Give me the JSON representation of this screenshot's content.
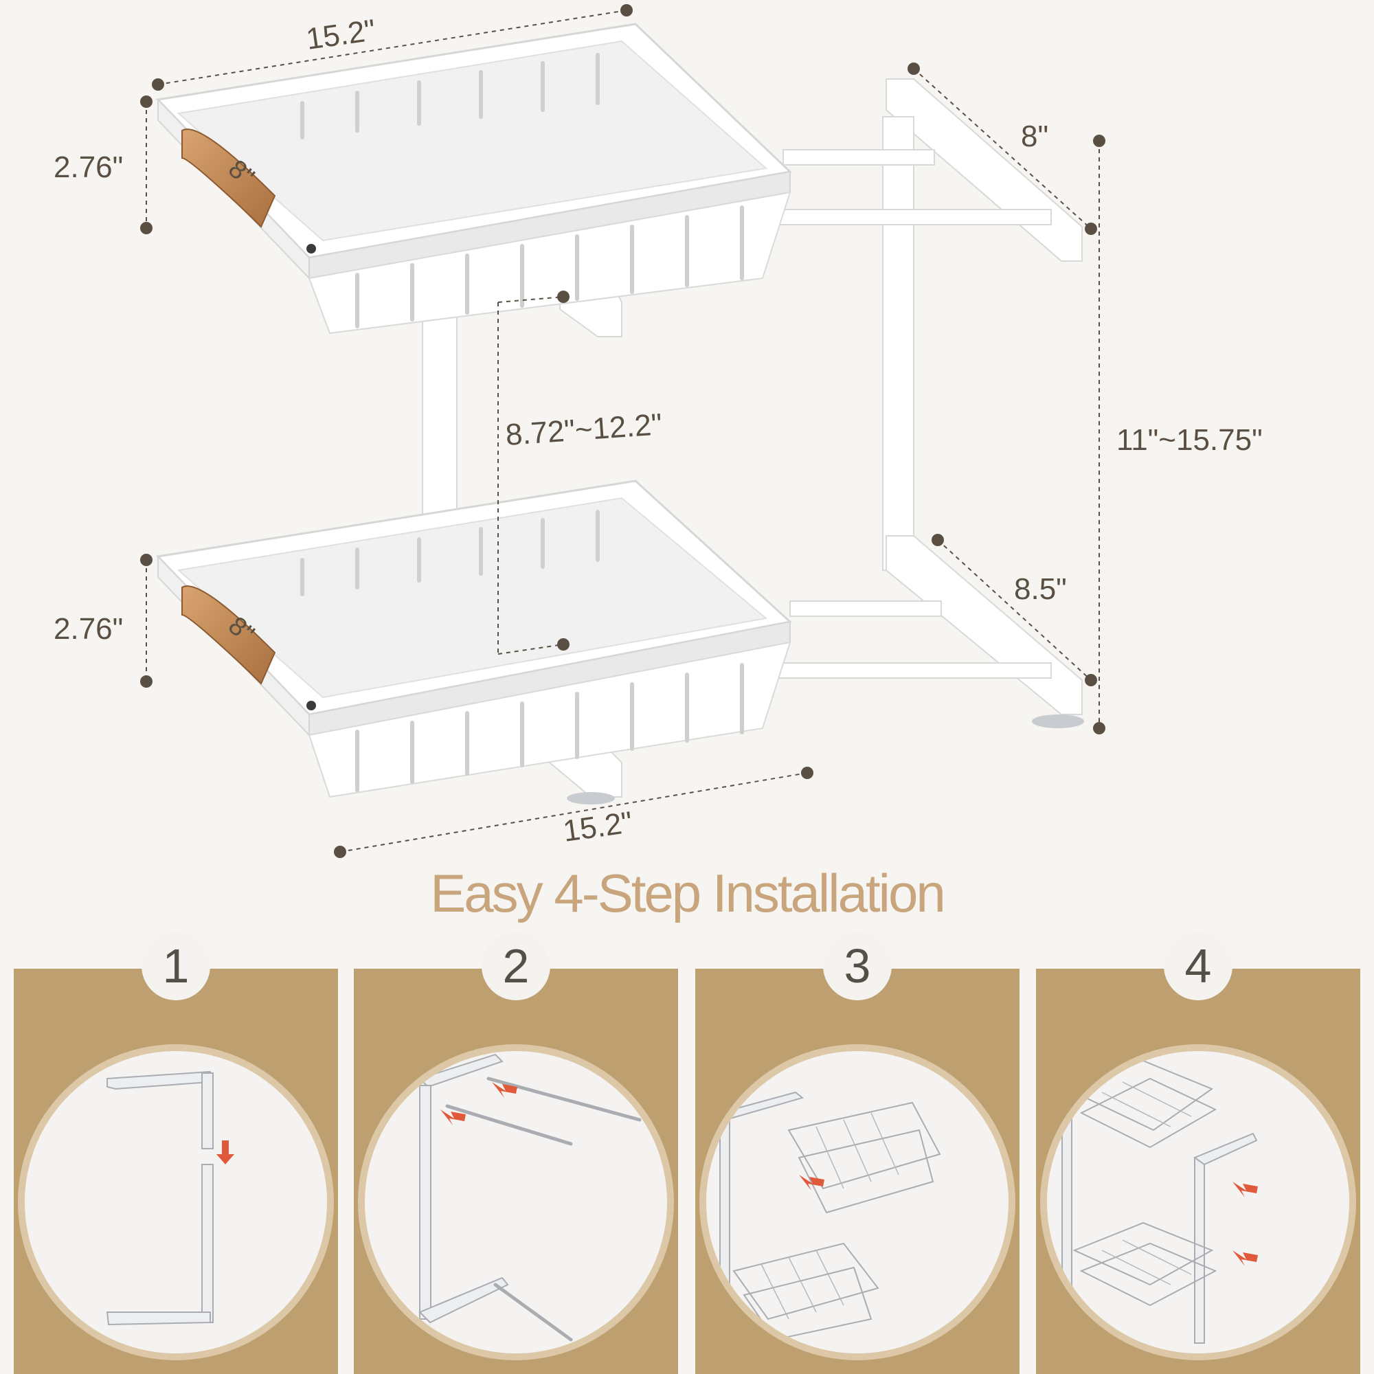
{
  "product": {
    "dimensions": {
      "top_width": "15.2\"",
      "top_depth_label": "8\"",
      "top_height": "2.76\"",
      "basket_depth_top": "8\"",
      "gap_range": "8.72\"~12.2\"",
      "total_height_range": "11\"~15.75\"",
      "bottom_depth_label": "8.5\"",
      "bottom_height": "2.76\"",
      "basket_depth_bottom": "8\"",
      "bottom_width": "15.2\""
    }
  },
  "installation": {
    "title": "Easy 4-Step Installation",
    "steps": [
      {
        "number": "1"
      },
      {
        "number": "2"
      },
      {
        "number": "3"
      },
      {
        "number": "4"
      }
    ]
  },
  "colors": {
    "background": "#f7f5f2",
    "band": "#bd9f70",
    "title": "#c8a57c",
    "arrow": "#e0593a",
    "handle": "#c98e5a"
  }
}
